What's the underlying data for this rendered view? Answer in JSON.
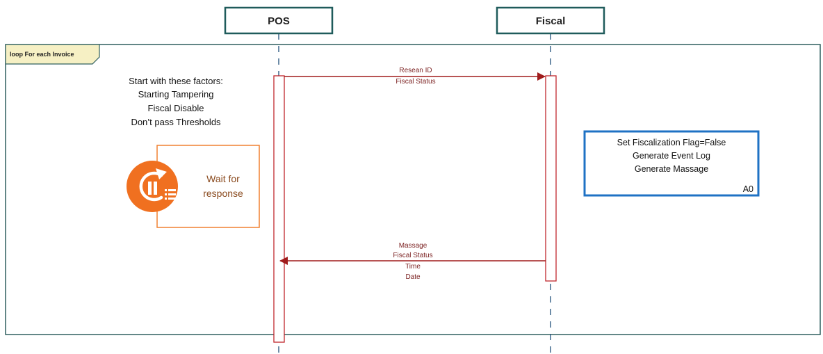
{
  "participants": {
    "pos": {
      "label": "POS"
    },
    "fiscal": {
      "label": "Fiscal"
    }
  },
  "loop": {
    "label": "loop For each Invoice"
  },
  "messages": {
    "request": {
      "lines": [
        "Resean ID",
        "Fiscal Status"
      ]
    },
    "response": {
      "lines": [
        "Massage",
        "Fiscal Status",
        "Time",
        "Date"
      ]
    }
  },
  "start_note": {
    "lines": [
      "Start with these factors:",
      "Starting Tampering",
      "Fiscal Disable",
      "Don’t pass Thresholds"
    ]
  },
  "wait_box": {
    "lines": [
      "Wait for",
      "response"
    ],
    "icon": "pause-refresh-icon"
  },
  "action_box": {
    "lines": [
      "Set Fiscalization Flag=False",
      "Generate Event Log",
      "Generate Massage"
    ],
    "tag": "A0"
  },
  "colors": {
    "participant_border": "#1f5b5b",
    "lifeline": "#1f4e79",
    "loop_border": "#2f5f5f",
    "loop_tag_fill": "#f6f0c4",
    "activation": "#c0262d",
    "message": "#a01c1c",
    "wait_border": "#f08030",
    "wait_icon": "#f07020",
    "action_border": "#1f72c4"
  }
}
